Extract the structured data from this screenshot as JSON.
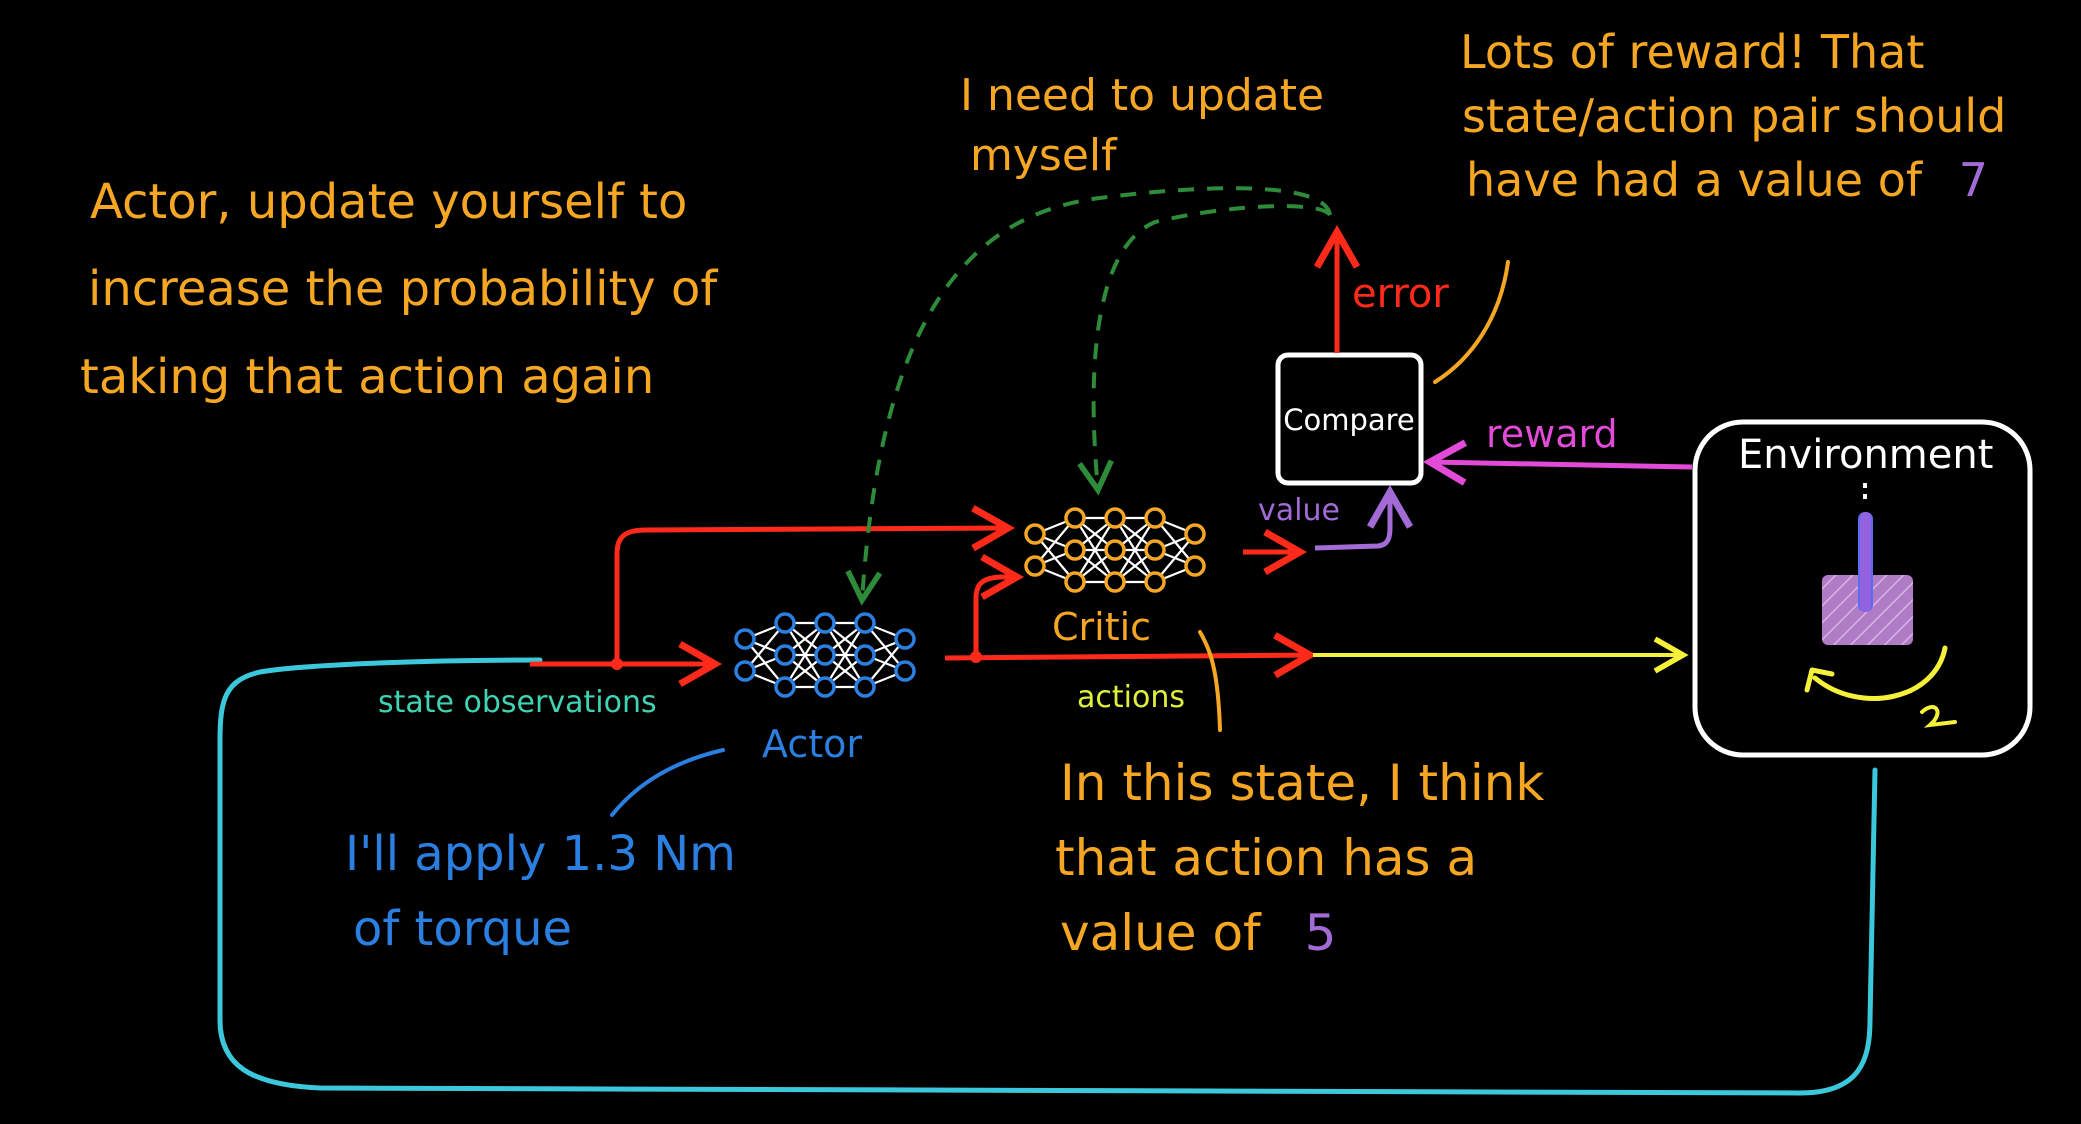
{
  "colors": {
    "background": "#000000",
    "orange": "#f5a623",
    "red": "#ff2a1a",
    "green": "#2e8b3a",
    "cyan": "#3cc8dc",
    "blue": "#2a7fe0",
    "purple": "#a26bd6",
    "magenta": "#e24ad8",
    "yellow": "#f5f03a",
    "white": "#ffffff",
    "teal": "#3fd3b4"
  },
  "notes": {
    "actor_update_1": "Actor, update yourself to",
    "actor_update_2": "increase the probability of",
    "actor_update_3": "taking that action again",
    "critic_self_1": "I need to update",
    "critic_self_2": "myself",
    "reward_note_1": "Lots of reward! That",
    "reward_note_2": "state/action pair should",
    "reward_note_3": "have had a value of",
    "reward_note_value": "7",
    "actor_torque_1": "I'll apply 1.3 Nm",
    "actor_torque_2": "of torque",
    "critic_note_1": "In this state, I think",
    "critic_note_2": "that action has a",
    "critic_note_3": "value of",
    "critic_note_value": "5"
  },
  "labels": {
    "actor": "Actor",
    "critic": "Critic",
    "compare": "Compare",
    "environment": "Environment",
    "state_observations": "state observations",
    "actions": "actions",
    "value": "value",
    "reward": "reward",
    "error": "error"
  },
  "icons": {
    "actor_net": "neural-network-icon",
    "critic_net": "neural-network-icon",
    "pendulum": "pendulum-icon",
    "torque": "rotation-arrow-icon"
  }
}
